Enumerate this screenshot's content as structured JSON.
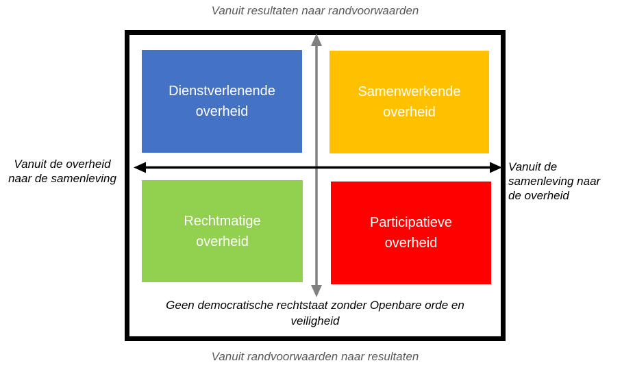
{
  "diagram": {
    "top_axis_label": "Vanuit resultaten naar randvoorwaarden",
    "bottom_axis_label": "Vanuit randvoorwaarden naar resultaten",
    "left_axis_label": "Vanuit de overheid\nnaar de samenleving",
    "right_axis_label": "Vanuit de\nsamenleving naar\nde overheid",
    "inner_bottom_label": "Geen democratische rechtstaat zonder Openbare orde en\nveiligheid",
    "quadrants": [
      {
        "id": "top-left",
        "label": "Dienstverlenende\noverheid",
        "color": "#4472C4"
      },
      {
        "id": "top-right",
        "label": "Samenwerkende\noverheid",
        "color": "#FFC000"
      },
      {
        "id": "bottom-left",
        "label": "Rechtmatige\noverheid",
        "color": "#92D050"
      },
      {
        "id": "bottom-right",
        "label": "Participatieve\noverheid",
        "color": "#FF0000"
      }
    ],
    "colors": {
      "frame": "#000000",
      "horizontal_arrow": "#000000",
      "vertical_arrow": "#808080",
      "outer_label_text": "#595959",
      "side_label_text": "#000000",
      "quadrant_text": "#FFFFFF"
    }
  }
}
